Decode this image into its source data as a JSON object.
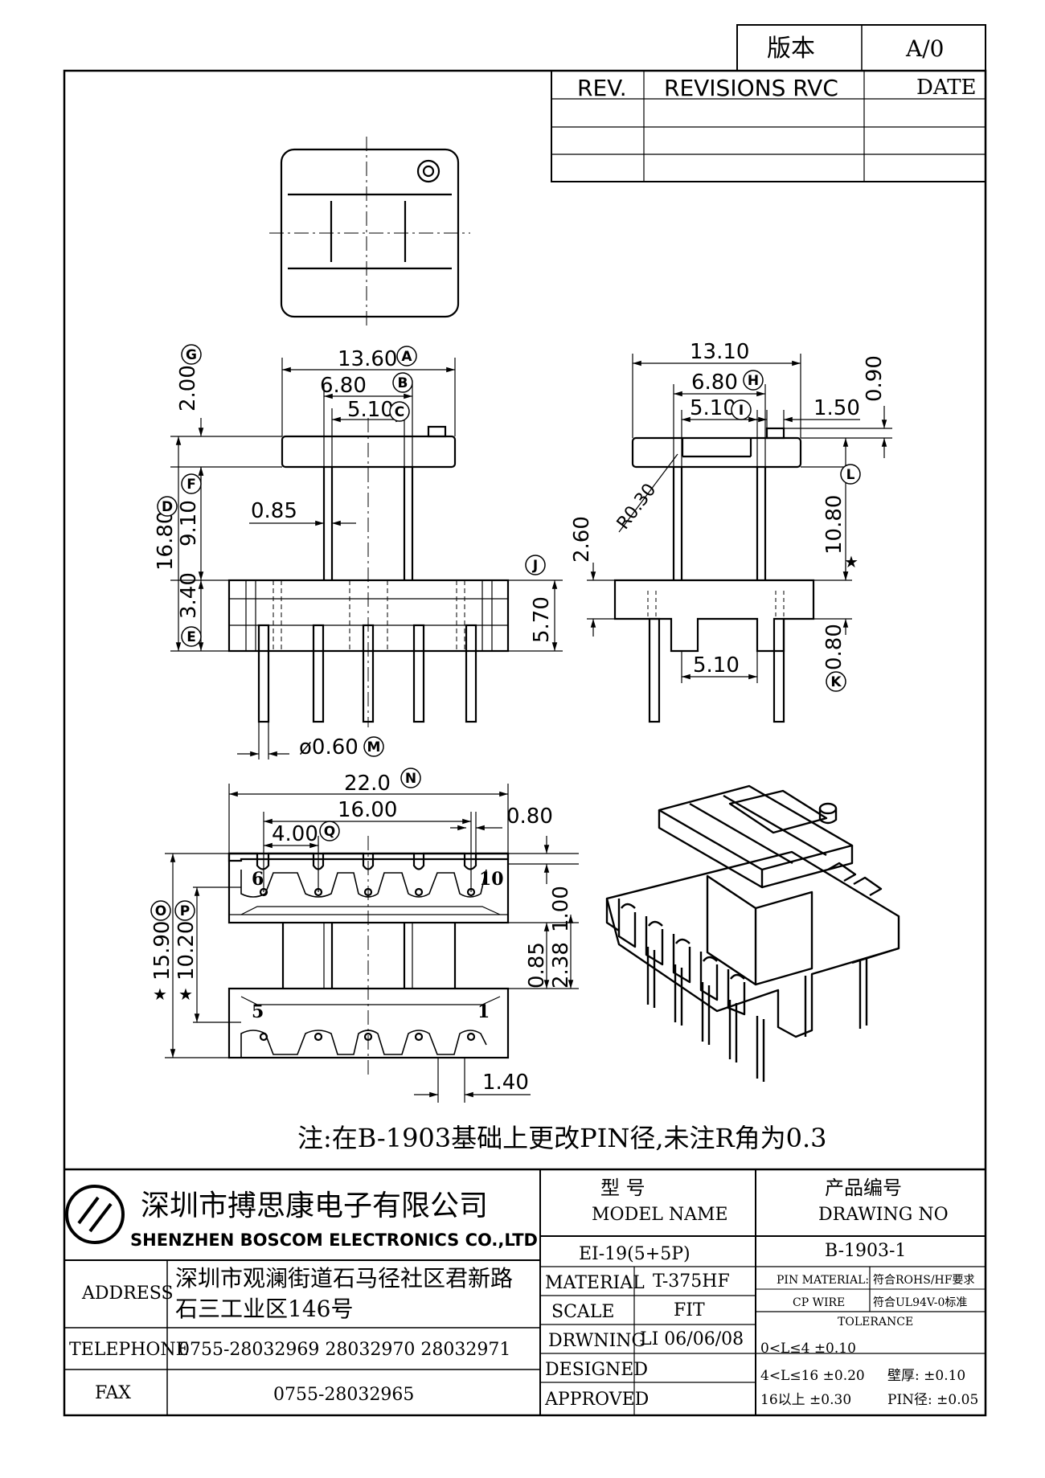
{
  "rev_table": {
    "version_label": "版本",
    "version_value": "A/0",
    "rev_header": "REV.",
    "revisions_header": "REVISIONS RVC",
    "date_header": "DATE"
  },
  "top_dims": {
    "a": "13.60",
    "b": "6.80",
    "c": "5.10",
    "g": "2.00",
    "f": "9.10",
    "d": "16.80",
    "e": "3.40",
    "wall": "0.85",
    "j": "5.70",
    "m": "ø0.60"
  },
  "side_dims": {
    "w": "13.10",
    "h": "6.80",
    "i": "5.10",
    "t1": "0.90",
    "t2": "1.50",
    "r": "R0.30",
    "s1": "2.60",
    "l": "10.80",
    "k": "0.80",
    "gap": "5.10"
  },
  "bottom_dims": {
    "n": "22.0",
    "span": "16.00",
    "q": "4.00",
    "p1": "0.80",
    "o": "15.90",
    "p": "10.20",
    "d1": "1.00",
    "d2": "0.85",
    "d3": "2.38",
    "d4": "1.40",
    "pin6": "6",
    "pin10": "10",
    "pin5": "5",
    "pin1": "1"
  },
  "circle_labels": {
    "A": "A",
    "B": "B",
    "C": "C",
    "D": "D",
    "E": "E",
    "F": "F",
    "G": "G",
    "H": "H",
    "I": "I",
    "J": "J",
    "K": "K",
    "L": "L",
    "M": "M",
    "N": "N",
    "O": "O",
    "P": "P",
    "Q": "Q"
  },
  "star": "★",
  "note": "注:在B-1903基础上更改PIN径,未注R角为0.3",
  "title_block": {
    "company_cn": "深圳市搏思康电子有限公司",
    "company_en": "SHENZHEN BOSCOM ELECTRONICS CO.,LTD",
    "model_cn": "型      号",
    "model_en": "MODEL NAME",
    "drawing_cn": "产品编号",
    "drawing_en": "DRAWING NO",
    "model_value": "EI-19(5+5P)",
    "drawing_value": "B-1903-1",
    "address_label": "ADDRESS",
    "address_line1": "深圳市观澜街道石马径社区君新路",
    "address_line2": "石三工业区146号",
    "telephone_label": "TELEPHONE",
    "telephone_value": "0755-28032969 28032970 28032971",
    "fax_label": "FAX",
    "fax_value": "0755-28032965",
    "material_label": "MATERIAL",
    "material_value": "T-375HF",
    "scale_label": "SCALE",
    "scale_value": "FIT",
    "drawing_label": "DRWNING",
    "drawing_by": "LI 06/06/08",
    "designed_label": "DESIGNED",
    "approved_label": "APPROVED",
    "pin_material_label": "PIN MATERIAL:",
    "pin_material_value": "符合ROHS/HF要求",
    "cp_wire_label": "CP WIRE",
    "cp_wire_value": "符合UL94V-0标准",
    "tolerance_label": "TOLERANCE",
    "tol1": "0<L≤4  ±0.10",
    "tol2": "4<L≤16  ±0.20",
    "tol3": "16以上      ±0.30",
    "wall_tol": "壁厚:  ±0.10",
    "pin_tol": "PIN径: ±0.05"
  }
}
